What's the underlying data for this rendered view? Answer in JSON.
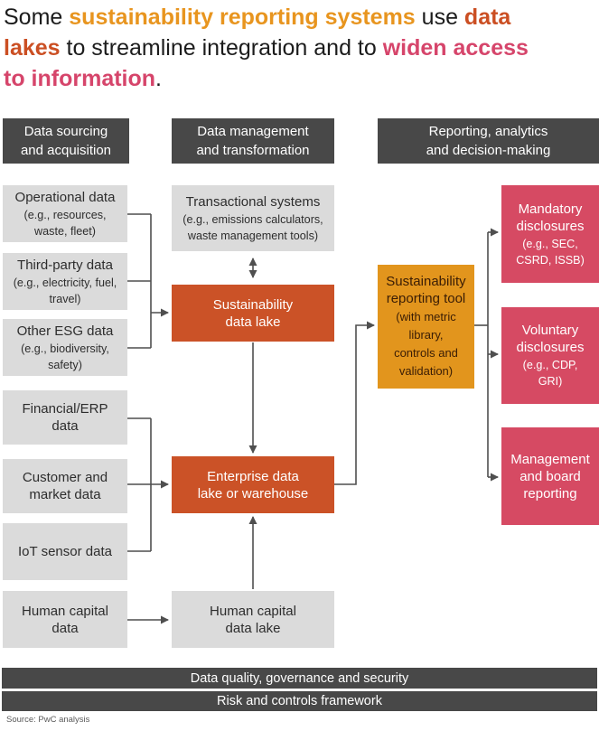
{
  "title": {
    "lines": [
      {
        "seg": [
          {
            "t": "Some "
          },
          {
            "t": "sustainability reporting systems"
          },
          {
            "t": " use "
          },
          {
            "t": "data"
          }
        ]
      },
      {
        "seg": [
          {
            "t": "lakes"
          },
          {
            "t": " to streamline integration and to "
          },
          {
            "t": "widen access"
          }
        ]
      },
      {
        "seg": [
          {
            "t": "to information"
          },
          {
            "t": "."
          }
        ]
      }
    ]
  },
  "headers": [
    {
      "label": "Data sourcing\nand acquisition"
    },
    {
      "label": "Data management\nand transformation"
    },
    {
      "label": "Reporting, analytics\nand decision-making"
    }
  ],
  "sources": [
    {
      "title": "Operational data",
      "subtitle": "(e.g., resources,\nwaste, fleet)"
    },
    {
      "title": "Third-party data",
      "subtitle": "(e.g., electricity, fuel,\ntravel)"
    },
    {
      "title": "Other ESG data",
      "subtitle": "(e.g., biodiversity,\nsafety)"
    },
    {
      "title": "Financial/ERP\ndata"
    },
    {
      "title": "Customer and\nmarket data"
    },
    {
      "title": "IoT sensor data"
    },
    {
      "title": "Human capital\ndata"
    }
  ],
  "management": {
    "transactional": {
      "title": "Transactional systems",
      "subtitle": "(e.g., emissions calculators,\nwaste management tools)"
    },
    "sustainability_lake": {
      "title": "Sustainability\ndata lake"
    },
    "enterprise_lake": {
      "title": "Enterprise data\nlake or warehouse"
    },
    "human_capital_lake": {
      "title": "Human capital\ndata lake"
    }
  },
  "reporting_tool": {
    "title": "Sustainability\nreporting tool",
    "subtitle": "(with metric\nlibrary,\ncontrols and\nvalidation)"
  },
  "outputs": [
    {
      "title": "Mandatory\ndisclosures",
      "subtitle": "(e.g., SEC,\nCSRD, ISSB)"
    },
    {
      "title": "Voluntary\ndisclosures",
      "subtitle": "(e.g., CDP,\nGRI)"
    },
    {
      "title": "Management\nand board\nreporting"
    }
  ],
  "footer_bars": [
    {
      "label": "Data quality, governance and security"
    },
    {
      "label": "Risk and controls framework"
    }
  ],
  "source_note": "Source: PwC analysis",
  "colors": {
    "title_orange": "#e8951f",
    "title_rust": "#cb4f23",
    "title_pink": "#d6456b",
    "header_gray": "#484848",
    "box_gray": "#dbdbdb",
    "box_orange": "#cb5227",
    "box_amber": "#e2951d",
    "box_pink": "#d64a63",
    "connector_gray": "#4f4f4f"
  }
}
